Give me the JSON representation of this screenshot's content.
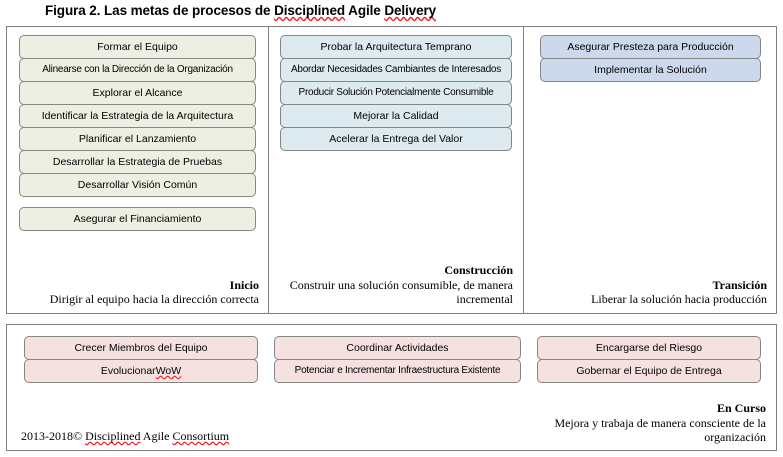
{
  "title": {
    "prefix": "Figura 2. Las metas de procesos de ",
    "term_1": "Disciplined",
    "mid": " Agile ",
    "term_2": "Delivery",
    "full": "Figura 2. Las metas de procesos de Disciplined Agile Delivery"
  },
  "colors": {
    "inception_fill": "#edefe3",
    "construction_fill": "#ddeaf0",
    "transition_fill": "#ccd9ec",
    "ongoing_fill": "#f5e2e0",
    "box_border": "#858585",
    "panel_border": "#808080",
    "spellcheck_underline": "#ee1c25",
    "background": "#ffffff"
  },
  "phases": [
    {
      "id": "inception",
      "name": "Inicio",
      "description": "Dirigir al equipo hacia la dirección correcta",
      "goals": [
        "Formar el Equipo",
        "Alinearse con la Dirección de la Organización",
        "Explorar el Alcance",
        "Identificar la Estrategia de la Arquitectura",
        "Planificar el Lanzamiento",
        "Desarrollar la Estrategia de Pruebas",
        "Desarrollar Visión Común"
      ],
      "separated_goals": [
        "Asegurar el Financiamiento"
      ]
    },
    {
      "id": "construction",
      "name": "Construcción",
      "description": "Construir una solución consumible, de manera incremental",
      "goals": [
        "Probar la Arquitectura Temprano",
        "Abordar Necesidades Cambiantes de Interesados",
        "Producir Solución Potencialmente Consumible",
        "Mejorar la Calidad",
        "Acelerar la Entrega del Valor"
      ],
      "separated_goals": []
    },
    {
      "id": "transition",
      "name": "Transición",
      "description": "Liberar la solución hacia producción",
      "goals": [
        "Asegurar Presteza para Producción",
        "Implementar la Solución"
      ],
      "separated_goals": []
    }
  ],
  "ongoing": {
    "name": "En Curso",
    "description": "Mejora y trabaja de manera consciente de la organización",
    "groups": [
      {
        "id": "group-1",
        "goals": [
          "Crecer Miembros del Equipo",
          "Evolucionar WoW"
        ],
        "spellcheck_term": "WoW"
      },
      {
        "id": "group-2",
        "goals": [
          "Coordinar Actividades",
          "Potenciar e Incrementar Infraestructura Existente"
        ]
      },
      {
        "id": "group-3",
        "goals": [
          "Encargarse del Riesgo",
          "Gobernar el Equipo de Entrega"
        ]
      }
    ]
  },
  "copyright": {
    "prefix": "2013-2018© ",
    "term_1": "Disciplined",
    "mid": " Agile ",
    "term_2": "Consortium",
    "full": "2013-2018© Disciplined Agile Consortium"
  }
}
